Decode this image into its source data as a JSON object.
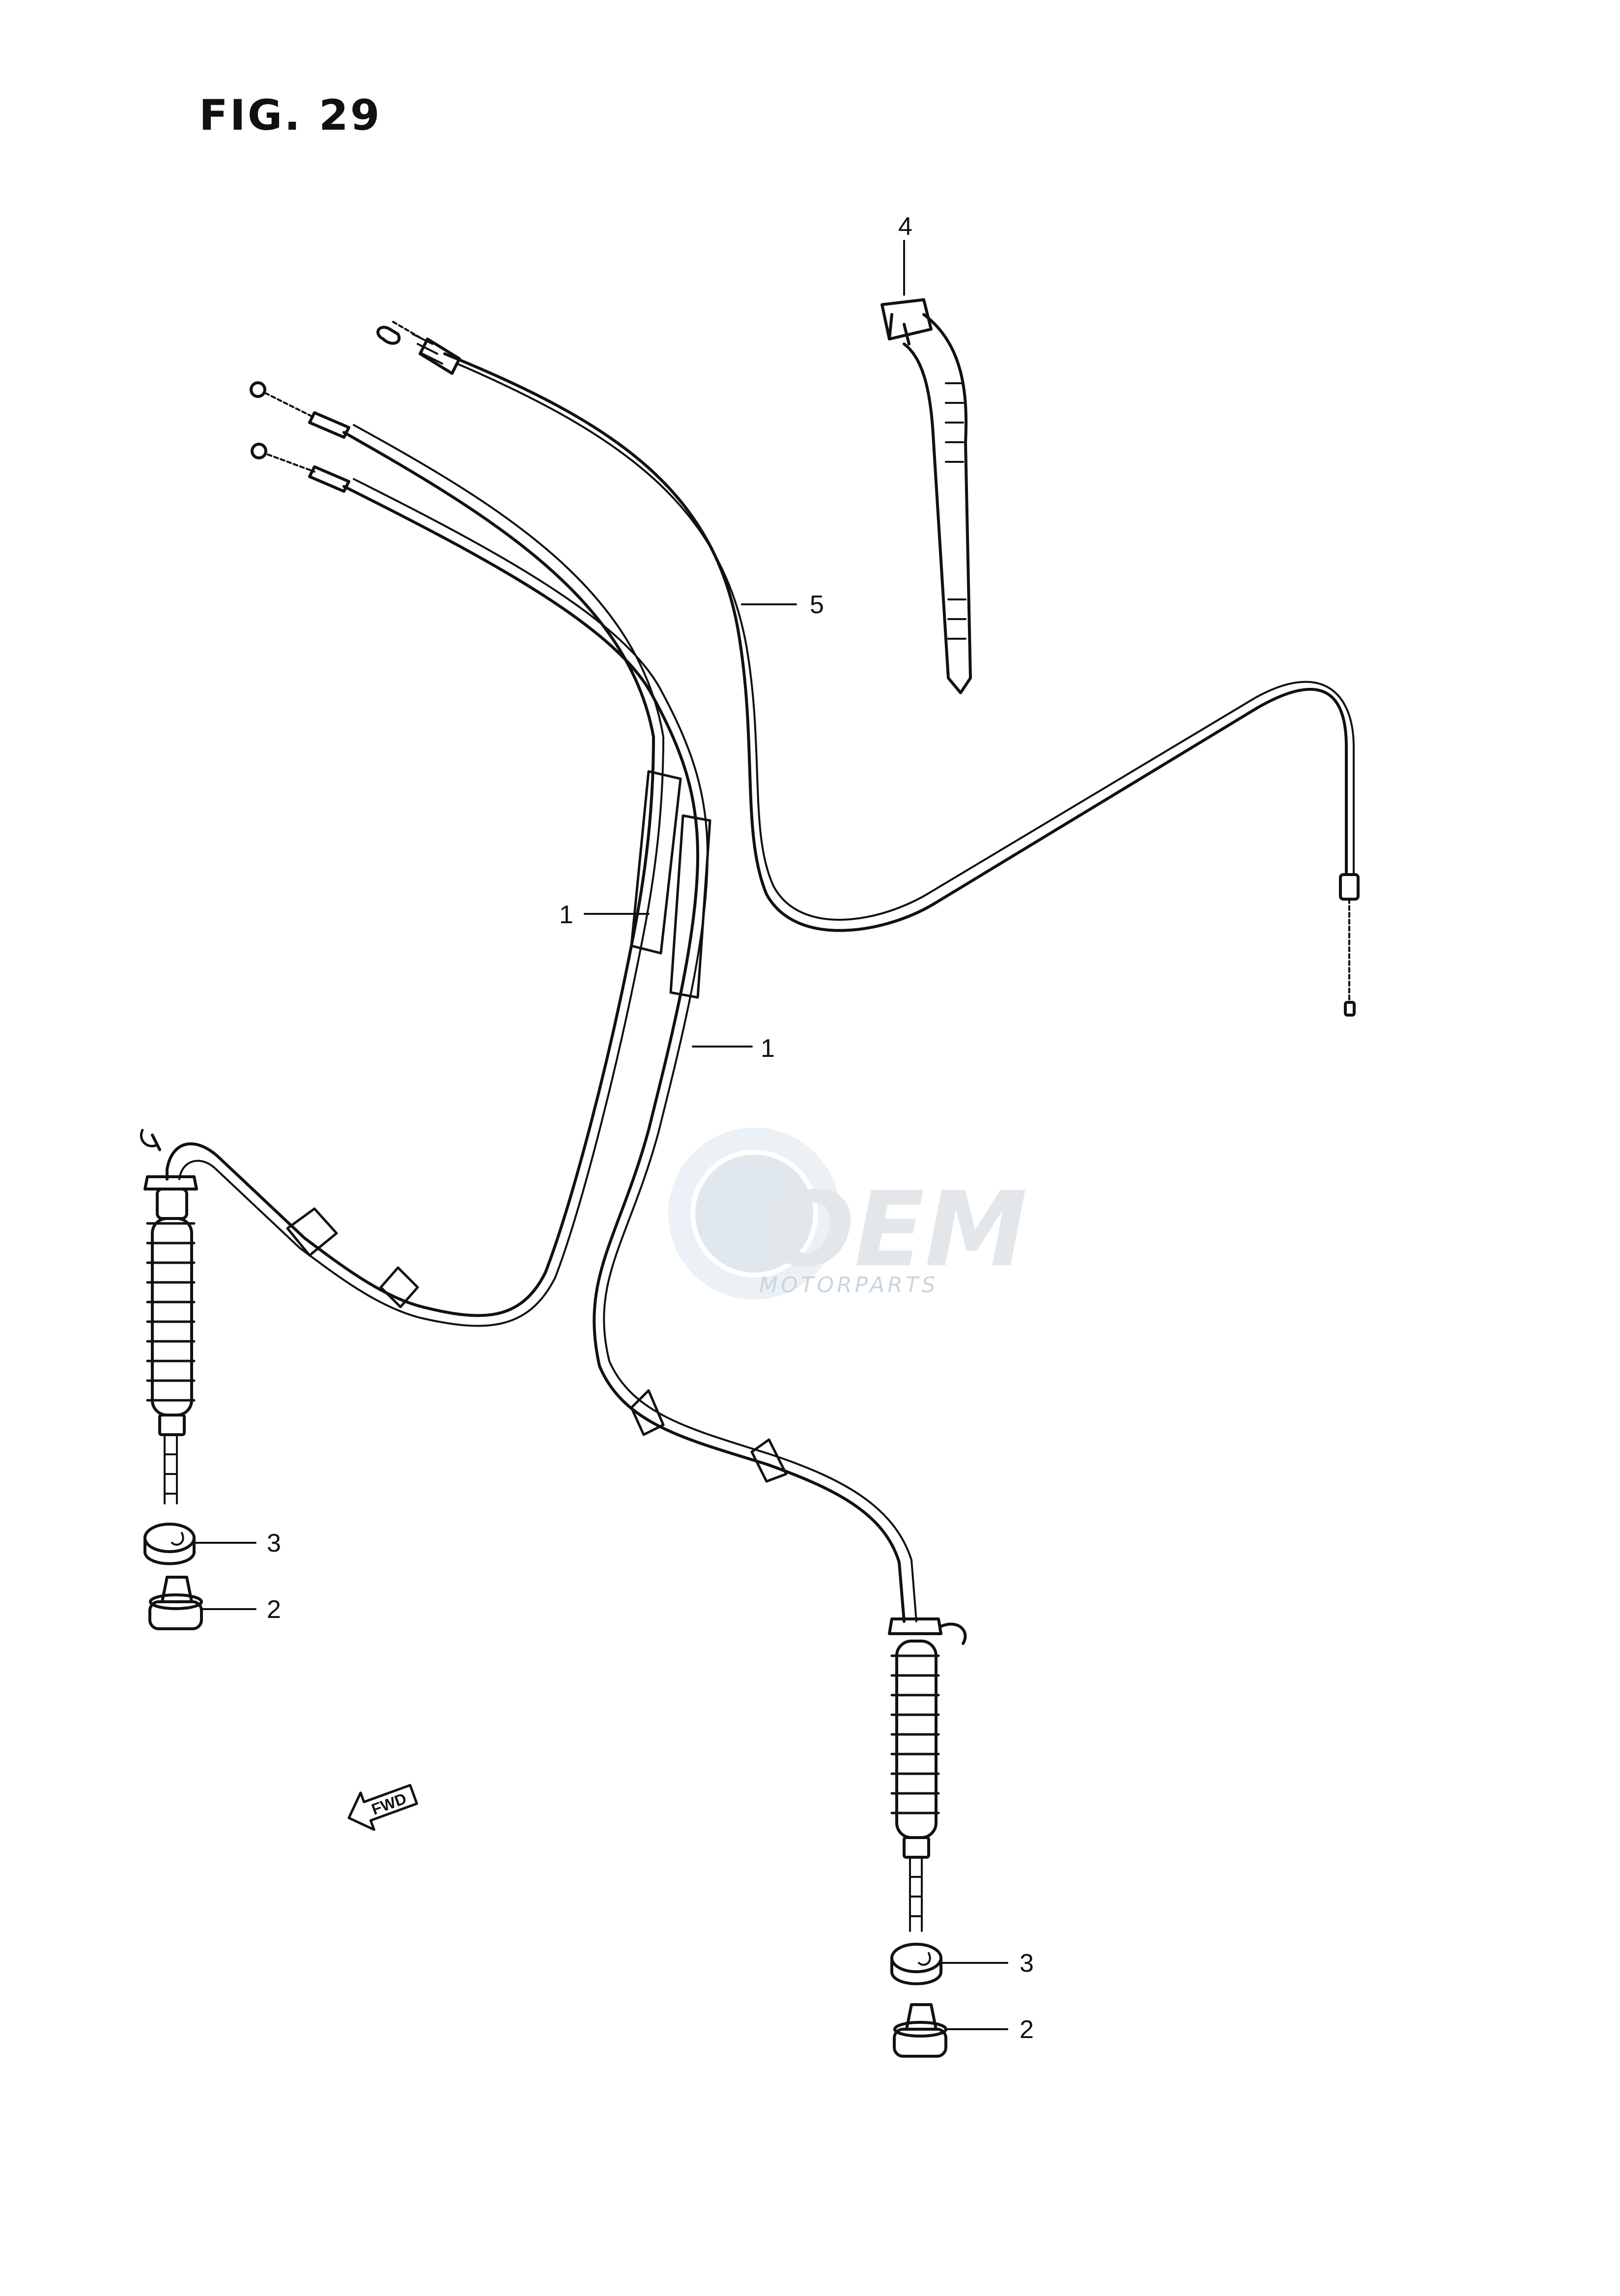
{
  "figure": {
    "title": "FIG. 29"
  },
  "callouts": {
    "c1a": "1",
    "c1b": "1",
    "c2a": "2",
    "c2b": "2",
    "c3a": "3",
    "c3b": "3",
    "c4": "4",
    "c5": "5"
  },
  "fwd_label": "FWD",
  "watermark": {
    "logo": "OEM",
    "text": "MOTORPARTS"
  },
  "colors": {
    "ink": "#111111",
    "watermark": "#c9d6df"
  }
}
